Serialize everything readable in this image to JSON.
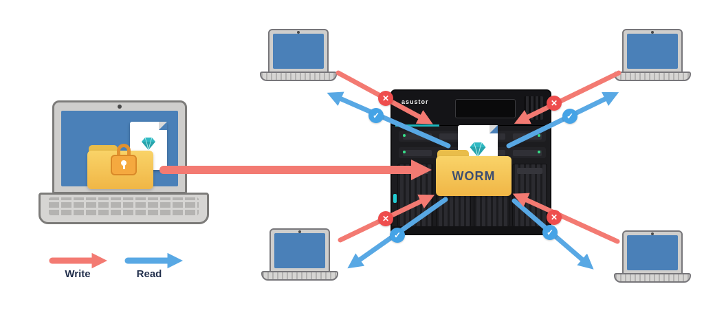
{
  "diagram": {
    "nas": {
      "brand": "asustor",
      "folder_label": "WORM"
    },
    "legend": {
      "write_label": "Write",
      "read_label": "Read"
    },
    "badges": {
      "blocked_glyph": "✕",
      "allowed_glyph": "✓"
    },
    "colors": {
      "write_arrow": "#f37a72",
      "read_arrow": "#58a8e4",
      "blocked_badge": "#ee4d4d",
      "allowed_badge": "#45a3e6",
      "folder_yellow": "#f6c851",
      "gem_teal": "#2fb9c2",
      "lock_orange": "#f5a93f",
      "laptop_screen_blue": "#4a80b8",
      "nas_body_black": "#1c1c1f",
      "legend_text": "#23304d"
    }
  }
}
